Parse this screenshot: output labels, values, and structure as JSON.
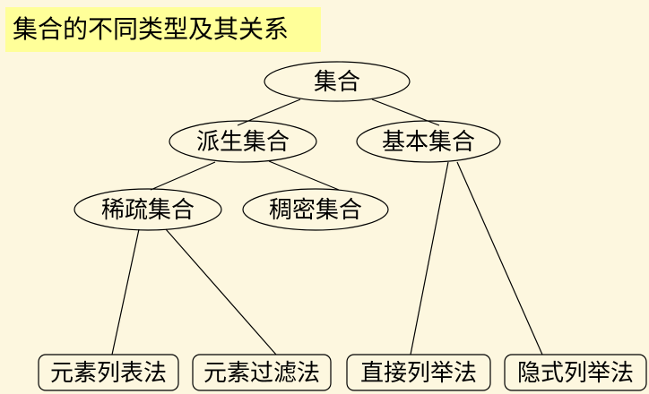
{
  "title": "集合的不同类型及其关系",
  "nodes": {
    "sets": "集合",
    "derived_sets": "派生集合",
    "basic_sets": "基本集合",
    "sparse_sets": "稀疏集合",
    "dense_sets": "稠密集合",
    "element_list_method": "元素列表法",
    "element_filter_method": "元素过滤法",
    "direct_enumeration": "直接列举法",
    "implicit_enumeration": "隐式列举法"
  }
}
